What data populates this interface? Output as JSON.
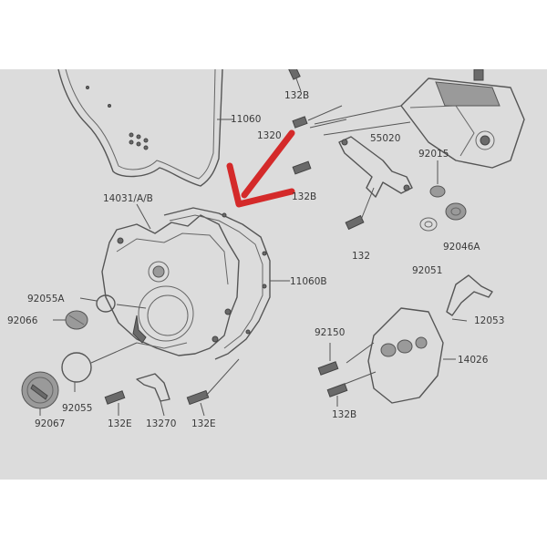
{
  "labels": {
    "p11060": "11060",
    "p132b_top": "132B",
    "p1320": "1320",
    "p55020": "55020",
    "p92015": "92015",
    "p132b_mid": "132B",
    "p14031": "14031/A/B",
    "p132": "132",
    "p92046a": "92046A",
    "p92051": "92051",
    "p11060b": "11060B",
    "p92055a": "92055A",
    "p92066": "92066",
    "p92150": "92150",
    "p12053": "12053",
    "p14026": "14026",
    "p92055": "92055",
    "p132e_left": "132E",
    "p13270": "13270",
    "p132e_right": "132E",
    "p132b_bot": "132B",
    "p92067": "92067"
  },
  "colors": {
    "paper": "#dcdcdc",
    "background": "#ffffff",
    "ink": "#3a3a3a",
    "arrow": "#d42a2a"
  },
  "icons": {
    "pointer": "red-arrow-icon"
  }
}
